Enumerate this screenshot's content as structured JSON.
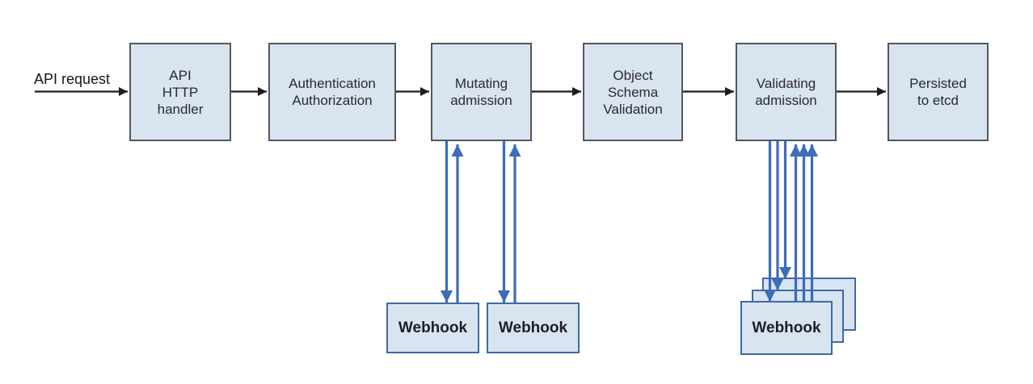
{
  "labels": {
    "api_request": "API request"
  },
  "pipeline": [
    {
      "name": "api-http-handler",
      "lines": [
        "API",
        "HTTP",
        "handler"
      ]
    },
    {
      "name": "authentication-authorization",
      "lines": [
        "Authentication",
        "Authorization"
      ]
    },
    {
      "name": "mutating-admission",
      "lines": [
        "Mutating",
        "admission"
      ]
    },
    {
      "name": "object-schema-validation",
      "lines": [
        "Object",
        "Schema",
        "Validation"
      ]
    },
    {
      "name": "validating-admission",
      "lines": [
        "Validating",
        "admission"
      ]
    },
    {
      "name": "persisted-to-etcd",
      "lines": [
        "Persisted",
        "to etcd"
      ]
    }
  ],
  "webhooks": {
    "mutating": [
      {
        "label": "Webhook"
      },
      {
        "label": "Webhook"
      }
    ],
    "validating": {
      "front_label": "Webhook",
      "stack_count": 3
    }
  },
  "colors": {
    "box_fill": "#d9e4f1",
    "box_border": "#54575c",
    "webhook_border": "#3f6aa5",
    "arrow_blue": "#3c6cba",
    "arrow_black": "#1d1d1d",
    "text": "#2a2a2e"
  }
}
